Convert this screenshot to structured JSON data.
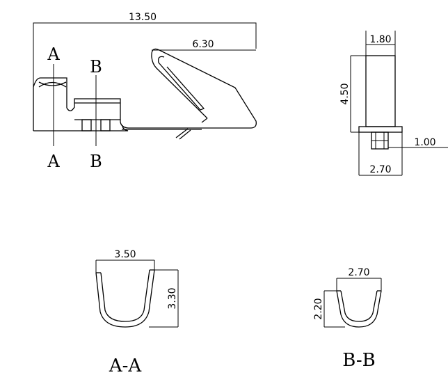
{
  "dimensions": {
    "overall_length": "13.50",
    "loop_length": "6.30",
    "top_width": "1.80",
    "height": "4.50",
    "base_width": "2.70",
    "slot_height": "1.00",
    "aa_width": "3.50",
    "aa_height": "3.30",
    "bb_width": "2.70",
    "bb_height": "2.20"
  },
  "section_marks": {
    "a": "A",
    "b": "B"
  },
  "captions": {
    "section_aa": "A-A",
    "section_bb": "B-B"
  }
}
